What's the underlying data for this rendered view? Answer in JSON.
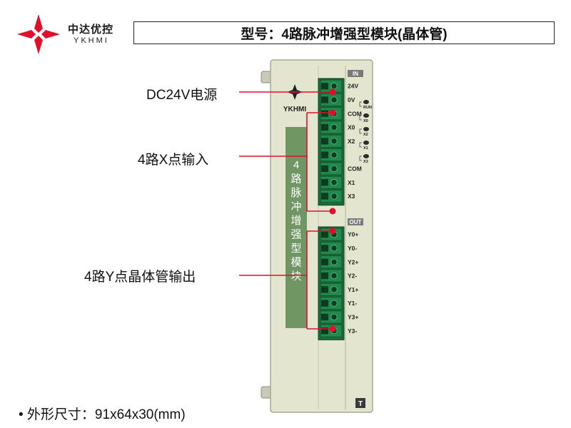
{
  "brand": {
    "name_cn": "中达优控",
    "name_en": "YKHMI"
  },
  "title": "型号：4路脉冲增强型模块(晶体管)",
  "callouts": {
    "power": "DC24V电源",
    "inputs": "4路X点输入",
    "outputs": "4路Y点晶体管输出"
  },
  "device": {
    "logo_text": "YKHMI",
    "side_label": [
      "4",
      "路",
      "脉",
      "冲",
      "增",
      "强",
      "型",
      "模",
      "块"
    ],
    "in_header": "IN",
    "out_header": "OUT",
    "bottom_tag": "T",
    "input_terminals": [
      "24V",
      "0V",
      "COM",
      "X0",
      "X2",
      "",
      "COM",
      "X1",
      "X3"
    ],
    "output_terminals": [
      "Y0+",
      "Y0-",
      "Y2+",
      "Y2-",
      "Y1+",
      "Y1-",
      "Y3+",
      "Y3-"
    ],
    "leds": [
      "RUN",
      "X0",
      "X2",
      "X1",
      "X3"
    ]
  },
  "footer": "• 外形尺寸：91x64x30(mm)",
  "colors": {
    "accent_red": "#e0102a",
    "housing": "#e3e5cf",
    "terminal_green": "#1f8a4c",
    "label_panel": "#6f9663"
  }
}
